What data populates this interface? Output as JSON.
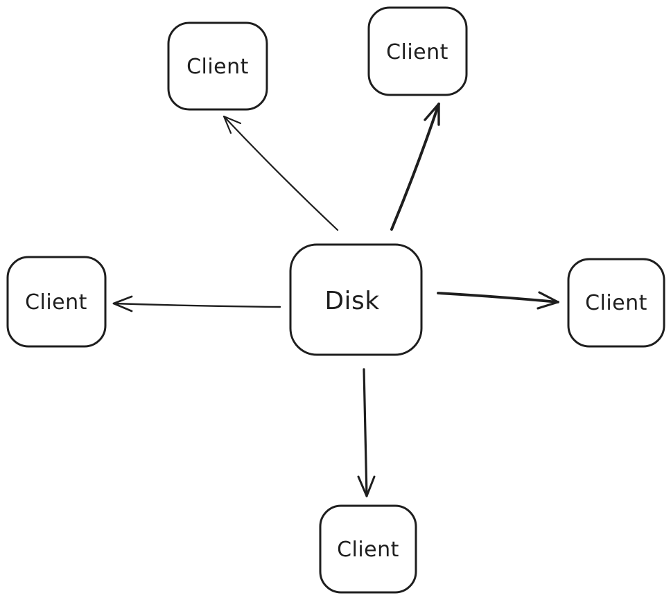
{
  "canvas": {
    "background_color": "#ffffff",
    "stroke_color": "#1e1e1e"
  },
  "nodes": {
    "disk": {
      "label": "Disk",
      "shape": "rounded-rectangle",
      "position": "center"
    },
    "client_top_left": {
      "label": "Client",
      "shape": "rounded-rectangle",
      "position": "top-left"
    },
    "client_top_right": {
      "label": "Client",
      "shape": "rounded-rectangle",
      "position": "top-right"
    },
    "client_left": {
      "label": "Client",
      "shape": "rounded-rectangle",
      "position": "left"
    },
    "client_right": {
      "label": "Client",
      "shape": "rounded-rectangle",
      "position": "right"
    },
    "client_bottom": {
      "label": "Client",
      "shape": "rounded-rectangle",
      "position": "bottom"
    }
  },
  "edges": [
    {
      "from": "disk",
      "to": "client_top_left",
      "style": "arrow",
      "arrowhead": "end"
    },
    {
      "from": "disk",
      "to": "client_top_right",
      "style": "arrow",
      "arrowhead": "end"
    },
    {
      "from": "disk",
      "to": "client_left",
      "style": "arrow",
      "arrowhead": "end"
    },
    {
      "from": "disk",
      "to": "client_right",
      "style": "arrow",
      "arrowhead": "end"
    },
    {
      "from": "disk",
      "to": "client_bottom",
      "style": "arrow",
      "arrowhead": "end"
    }
  ]
}
